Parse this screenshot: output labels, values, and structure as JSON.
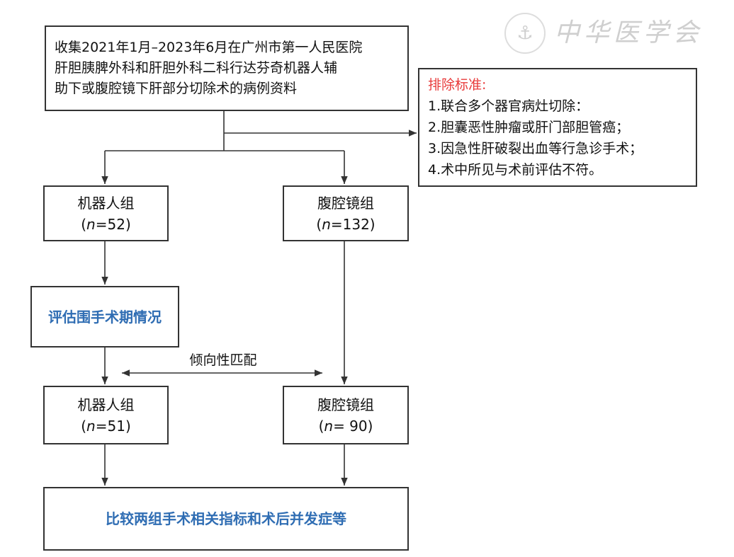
{
  "watermark": {
    "text": "中华医学会"
  },
  "top_box": {
    "lines": [
      "收集2021年1月–2023年6月在广州市第一人民医院",
      "肝胆胰脾外科和肝胆外科二科行达芬奇机器人辅",
      "助下或腹腔镜下肝部分切除术的病例资料"
    ]
  },
  "exclusion": {
    "title": "排除标准:",
    "items": [
      "1.联合多个器官病灶切除：",
      "2.胆囊恶性肿瘤或肝门部胆管癌；",
      "3.因急性肝破裂出血等行急诊手术；",
      "4.术中所见与术前评估不符。"
    ]
  },
  "robot_group_1": {
    "label": "机器人组",
    "n_prefix": "(",
    "n_var": "n",
    "n_value": "=52)"
  },
  "laparo_group_1": {
    "label": "腹腔镜组",
    "n_prefix": "(",
    "n_var": "n",
    "n_value": "=132)"
  },
  "assessment": {
    "label": "评估围手术期情况"
  },
  "matching": {
    "label": "倾向性匹配"
  },
  "robot_group_2": {
    "label": "机器人组",
    "n_prefix": "(",
    "n_var": "n",
    "n_value": "=51)"
  },
  "laparo_group_2": {
    "label": "腹腔镜组",
    "n_prefix": "(",
    "n_var": "n",
    "n_value": "= 90)"
  },
  "final": {
    "label": "比较两组手术相关指标和术后并发症等"
  },
  "colors": {
    "title_red": "#e83a3a",
    "blue": "#2f6db3"
  }
}
